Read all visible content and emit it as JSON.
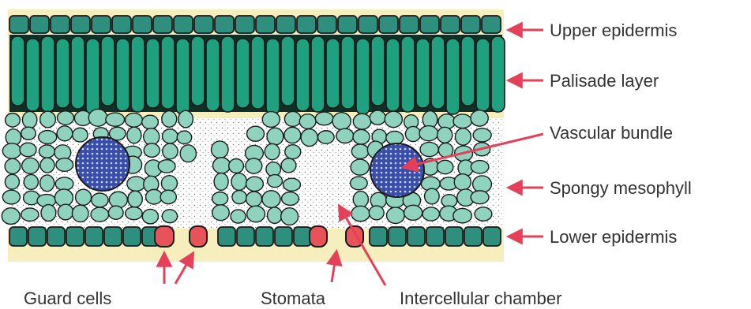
{
  "diagram": {
    "labels": {
      "upper_epidermis": "Upper epidermis",
      "palisade_layer": "Palisade layer",
      "vascular_bundle": "Vascular bundle",
      "spongy_mesophyll": "Spongy mesophyll",
      "lower_epidermis": "Lower epidermis",
      "guard_cells": "Guard cells",
      "stomata": "Stomata",
      "intercellular_chamber": "Intercellular chamber"
    },
    "colors": {
      "epidermis": "#2f8f7e",
      "palisade": "#1fa07e",
      "spongy": "#8fd3be",
      "vascular": "#3a4ea8",
      "guard_cell": "#e8535a",
      "cuticle": "#f6eebd",
      "arrow": "#e4405a",
      "outline": "#1a1a1a"
    }
  }
}
